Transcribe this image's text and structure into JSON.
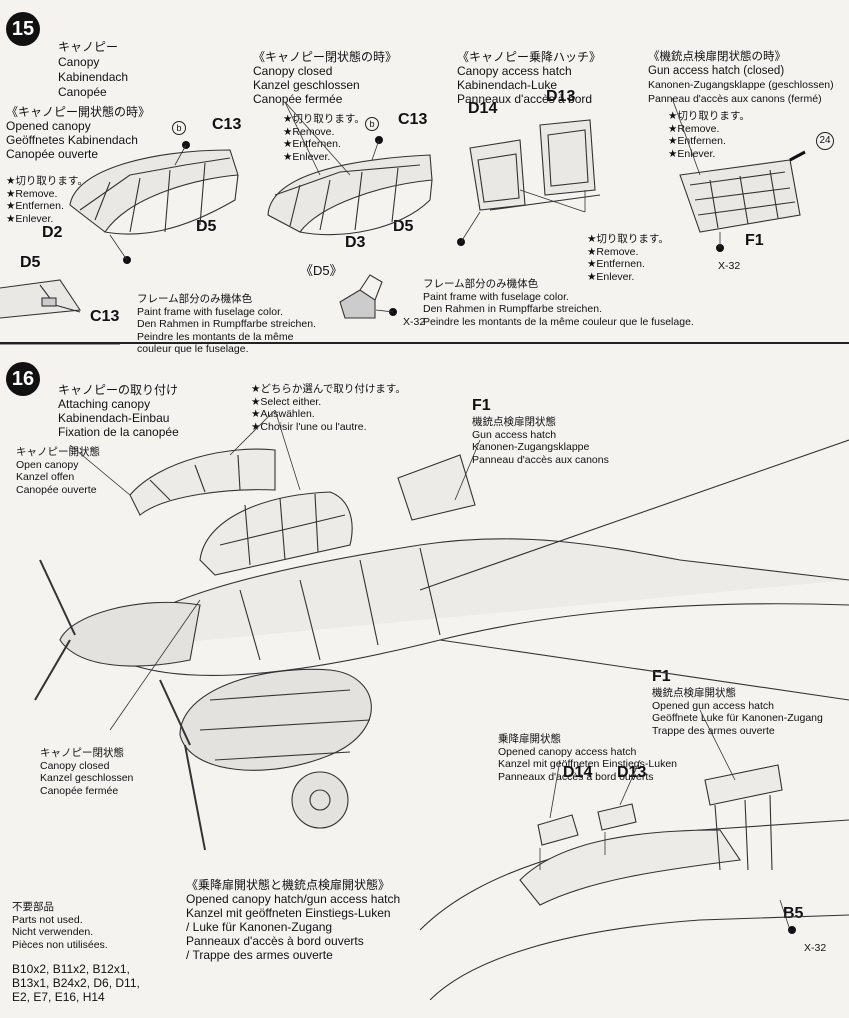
{
  "step15": {
    "number": "15",
    "canopy": [
      "キャノピー",
      "Canopy",
      "Kabinendach",
      "Canopée"
    ],
    "opened": [
      "《キャノピー開状態の時》",
      "Opened canopy",
      "Geöffnetes Kabinendach",
      "Canopée ouverte"
    ],
    "closed": [
      "《キャノピー閉状態の時》",
      "Canopy closed",
      "Kanzel geschlossen",
      "Canopée fermée"
    ],
    "access": [
      "《キャノピー乗降ハッチ》",
      "Canopy access hatch",
      "Kabinendach-Luke",
      "Panneaux d'accès à bord"
    ],
    "gun": [
      "《機銃点検扉閉状態の時》",
      "Gun access hatch (closed)",
      "Kanonen-Zugangsklappe (geschlossen)",
      "Panneau d'accès aux canons (fermé)"
    ],
    "remove": [
      "★切り取ります。",
      "★Remove.",
      "★Entfernen.",
      "★Enlever."
    ],
    "frame_paint": [
      "フレーム部分のみ機体色",
      "Paint frame with fuselage color.",
      "Den Rahmen in Rumpffarbe streichen.",
      "Peindre les montants de la même",
      "couleur que le fuselage."
    ],
    "frame_paint2": [
      "フレーム部分のみ機体色",
      "Paint frame with fuselage color.",
      "Den Rahmen in Rumpffarbe streichen.",
      "Peindre les montants de la même couleur que le fuselage."
    ],
    "parts": {
      "b": "b",
      "c13": "C13",
      "d2": "D2",
      "d5": "D5",
      "d3": "D3",
      "d14": "D14",
      "d13": "D13",
      "f1": "F1",
      "x32": "X-32",
      "n24": "24",
      "d5box": "《D5》"
    }
  },
  "step16": {
    "number": "16",
    "title": [
      "キャノピーの取り付け",
      "Attaching canopy",
      "Kabinendach-Einbau",
      "Fixation de la canopée"
    ],
    "select": [
      "★どちらか選んで取り付けます。",
      "★Select either.",
      "★Auswählen.",
      "★Choisir l'une ou l'autre."
    ],
    "open_canopy": [
      "キャノピー開状態",
      "Open canopy",
      "Kanzel offen",
      "Canopée ouverte"
    ],
    "closed_canopy": [
      "キャノピー閉状態",
      "Canopy closed",
      "Kanzel geschlossen",
      "Canopée fermée"
    ],
    "f1_closed": [
      "F1",
      "機銃点検扉閉状態",
      "Gun access hatch",
      "Kanonen-Zugangsklappe",
      "Panneau d'accès aux canons"
    ],
    "f1_open": [
      "F1",
      "機銃点検扉開状態",
      "Opened gun access hatch",
      "Geöffnete Luke für Kanonen-Zugang",
      "Trappe des armes ouverte"
    ],
    "hatch_open": [
      "乗降扉開状態",
      "Opened canopy access hatch",
      "Kanzel mit geöffneten Einstiegs-Luken",
      "Panneaux d'accès à bord ouverts"
    ],
    "both_open": [
      "《乗降扉開状態と機銃点検扉開状態》",
      "Opened canopy hatch/gun access hatch",
      "Kanzel mit geöffneten Einstiegs-Luken",
      "/ Luke für Kanonen-Zugang",
      "Panneaux d'accès à bord ouverts",
      "/ Trappe des armes ouverte"
    ],
    "not_used": [
      "不要部品",
      "Parts not used.",
      "Nicht verwenden.",
      "Pièces non utilisées."
    ],
    "unused_list": [
      "B10x2, B11x2, B12x1,",
      "B13x1, B24x2, D6, D11,",
      "E2, E7, E16, H14"
    ],
    "parts": {
      "d14": "D14",
      "d13": "D13",
      "b5": "B5",
      "x32": "X-32"
    }
  }
}
